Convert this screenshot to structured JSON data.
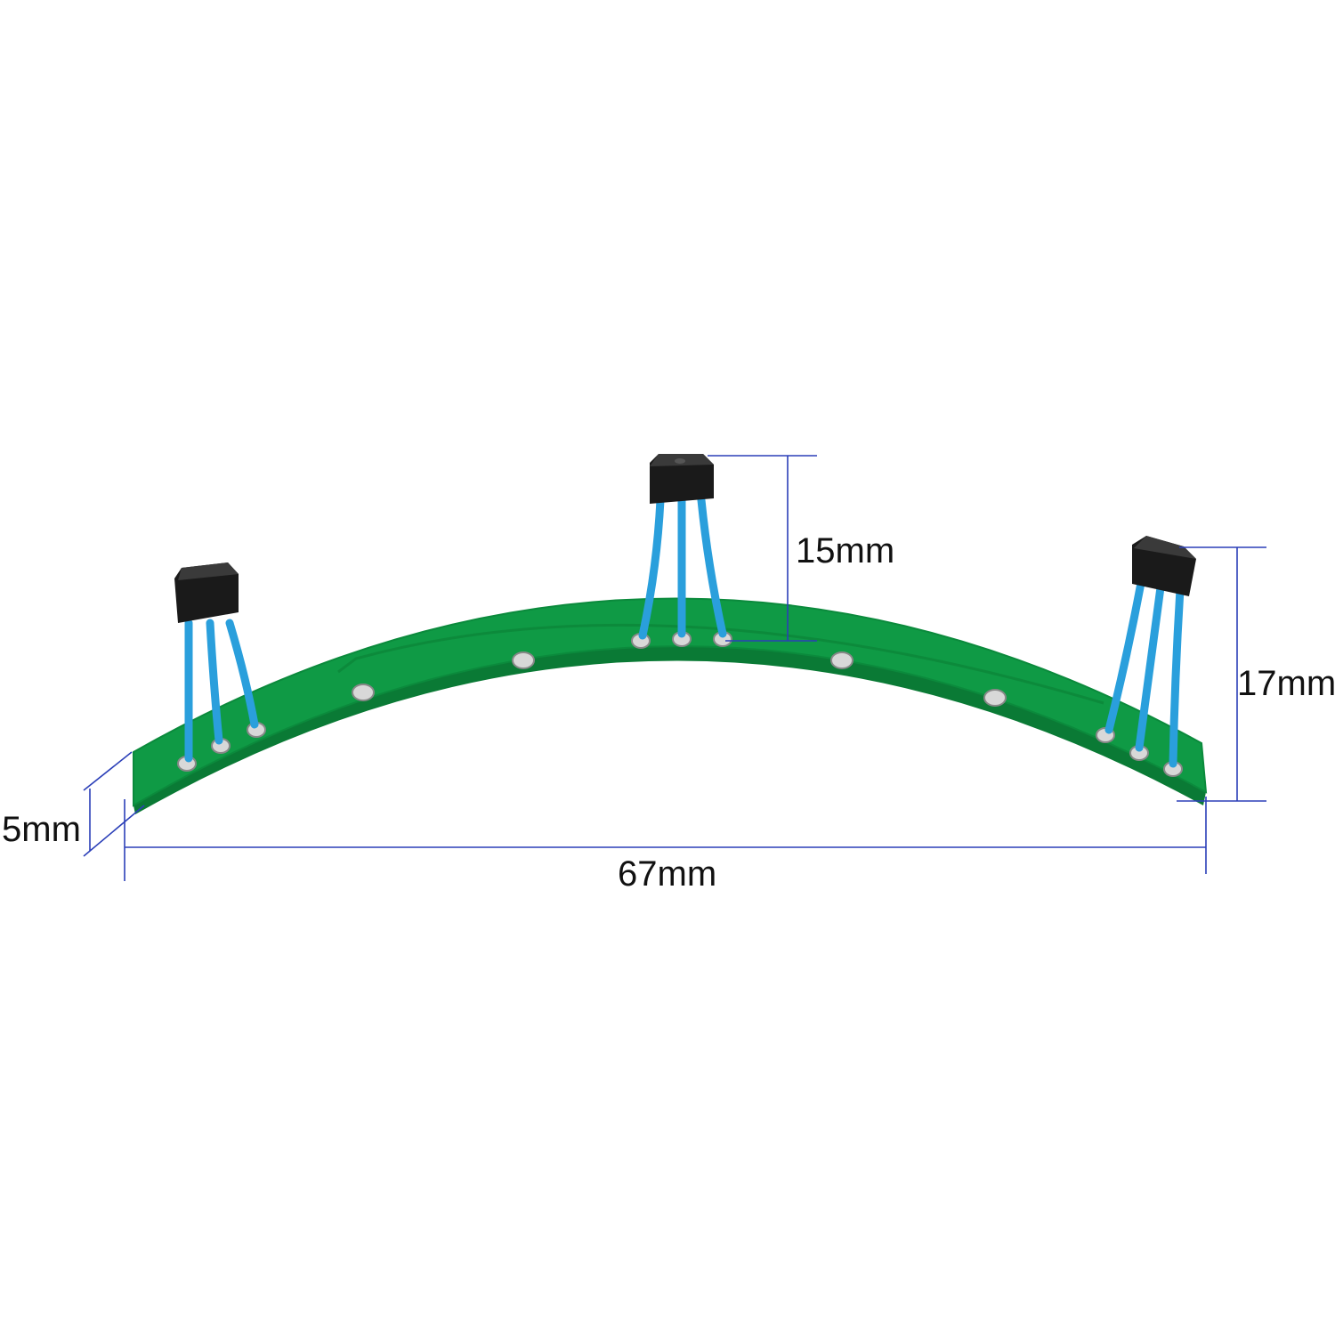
{
  "colors": {
    "pcb_green": "#0f9a45",
    "pcb_edge": "#0a7a35",
    "wire_blue": "#2a9fdc",
    "sensor_black": "#1a1a1a",
    "dimension_line": "#2b3fb8",
    "pad_silver": "#d8d8d8"
  },
  "dimensions": {
    "sensor_height": "15mm",
    "total_height": "17mm",
    "board_width": "5mm",
    "board_length": "67mm"
  },
  "components": {
    "board": "curved-pcb",
    "sensors": [
      "hall-sensor-left",
      "hall-sensor-center",
      "hall-sensor-right"
    ]
  }
}
